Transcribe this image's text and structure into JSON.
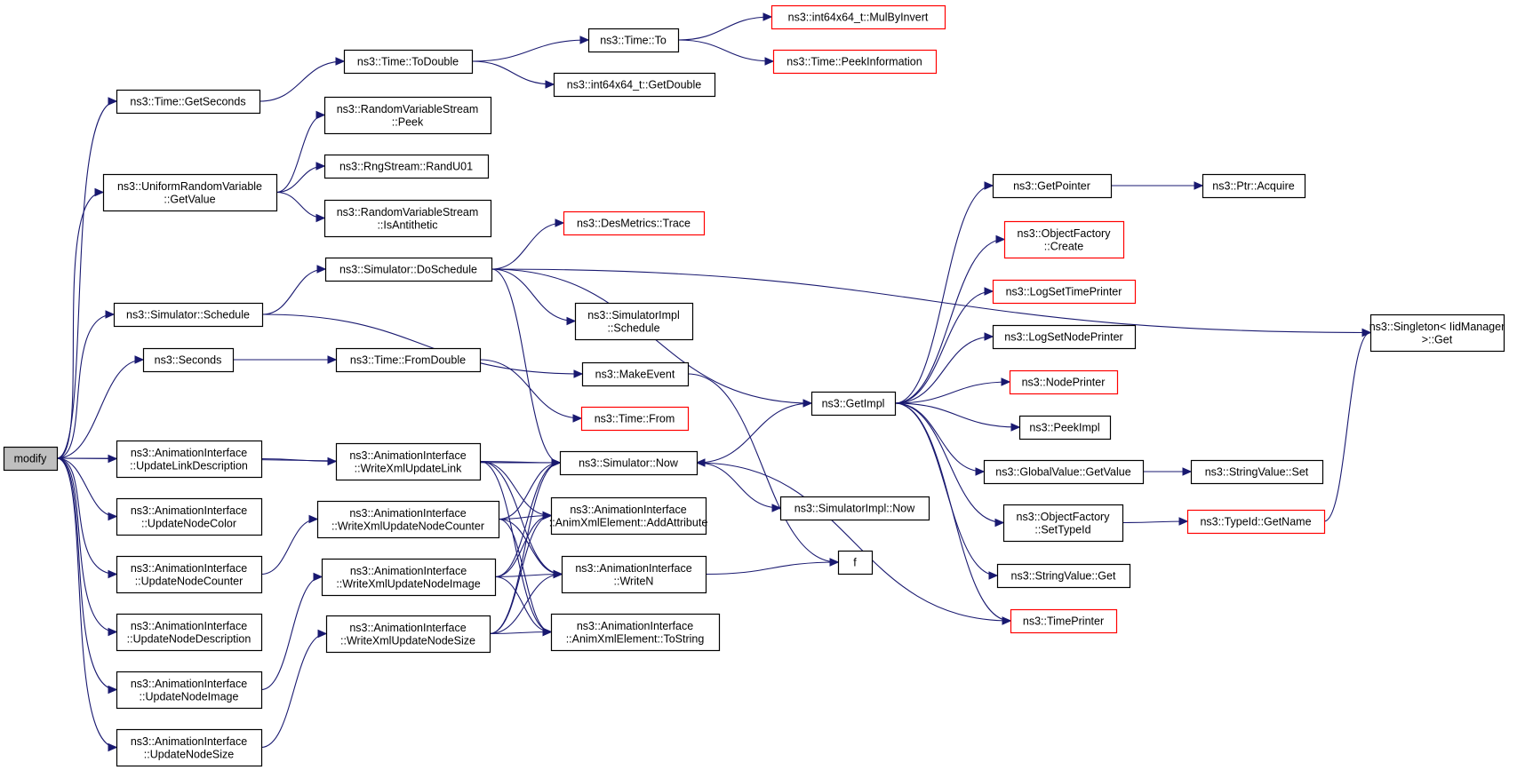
{
  "graph": {
    "root": "modify",
    "nodes": [
      {
        "id": "modify",
        "lines": [
          "modify"
        ],
        "root": true
      },
      {
        "id": "getSeconds",
        "lines": [
          "ns3::Time::GetSeconds"
        ]
      },
      {
        "id": "toDouble",
        "lines": [
          "ns3::Time::ToDouble"
        ]
      },
      {
        "id": "timeTo",
        "lines": [
          "ns3::Time::To"
        ]
      },
      {
        "id": "mulByInvert",
        "lines": [
          "ns3::int64x64_t::MulByInvert"
        ],
        "red": true
      },
      {
        "id": "peekInformation",
        "lines": [
          "ns3::Time::PeekInformation"
        ],
        "red": true
      },
      {
        "id": "getDouble",
        "lines": [
          "ns3::int64x64_t::GetDouble"
        ]
      },
      {
        "id": "rvsPeek",
        "lines": [
          "ns3::RandomVariableStream",
          "::Peek"
        ]
      },
      {
        "id": "uniformGetValue",
        "lines": [
          "ns3::UniformRandomVariable",
          "::GetValue"
        ]
      },
      {
        "id": "randU01",
        "lines": [
          "ns3::RngStream::RandU01"
        ]
      },
      {
        "id": "isAntithetic",
        "lines": [
          "ns3::RandomVariableStream",
          "::IsAntithetic"
        ]
      },
      {
        "id": "desTrace",
        "lines": [
          "ns3::DesMetrics::Trace"
        ],
        "red": true
      },
      {
        "id": "doSchedule",
        "lines": [
          "ns3::Simulator::DoSchedule"
        ]
      },
      {
        "id": "simSchedule",
        "lines": [
          "ns3::Simulator::Schedule"
        ]
      },
      {
        "id": "implSchedule",
        "lines": [
          "ns3::SimulatorImpl",
          "::Schedule"
        ]
      },
      {
        "id": "seconds",
        "lines": [
          "ns3::Seconds"
        ]
      },
      {
        "id": "fromDouble",
        "lines": [
          "ns3::Time::FromDouble"
        ]
      },
      {
        "id": "makeEvent",
        "lines": [
          "ns3::MakeEvent"
        ]
      },
      {
        "id": "timeFrom",
        "lines": [
          "ns3::Time::From"
        ],
        "red": true
      },
      {
        "id": "getPointer",
        "lines": [
          "ns3::GetPointer"
        ]
      },
      {
        "id": "ptrAcquire",
        "lines": [
          "ns3::Ptr::Acquire"
        ]
      },
      {
        "id": "ofCreate",
        "lines": [
          "ns3::ObjectFactory",
          "::Create"
        ],
        "red": true
      },
      {
        "id": "logSetTimePrinter",
        "lines": [
          "ns3::LogSetTimePrinter"
        ],
        "red": true
      },
      {
        "id": "logSetNodePrinter",
        "lines": [
          "ns3::LogSetNodePrinter"
        ]
      },
      {
        "id": "nodePrinter",
        "lines": [
          "ns3::NodePrinter"
        ],
        "red": true
      },
      {
        "id": "peekImpl",
        "lines": [
          "ns3::PeekImpl"
        ]
      },
      {
        "id": "getImpl",
        "lines": [
          "ns3::GetImpl"
        ]
      },
      {
        "id": "singletonGet",
        "lines": [
          "ns3::Singleton< IidManager",
          " >::Get"
        ]
      },
      {
        "id": "simNow",
        "lines": [
          "ns3::Simulator::Now"
        ]
      },
      {
        "id": "implNow",
        "lines": [
          "ns3::SimulatorImpl::Now"
        ]
      },
      {
        "id": "globalGetValue",
        "lines": [
          "ns3::GlobalValue::GetValue"
        ]
      },
      {
        "id": "stringValueSet",
        "lines": [
          "ns3::StringValue::Set"
        ]
      },
      {
        "id": "setTypeId",
        "lines": [
          "ns3::ObjectFactory",
          "::SetTypeId"
        ]
      },
      {
        "id": "typeIdGetName",
        "lines": [
          "ns3::TypeId::GetName"
        ],
        "red": true
      },
      {
        "id": "stringValueGet",
        "lines": [
          "ns3::StringValue::Get"
        ]
      },
      {
        "id": "timePrinter",
        "lines": [
          "ns3::TimePrinter"
        ],
        "red": true
      },
      {
        "id": "fnF",
        "lines": [
          "f"
        ]
      },
      {
        "id": "updateLinkDesc",
        "lines": [
          "ns3::AnimationInterface",
          "::UpdateLinkDescription"
        ]
      },
      {
        "id": "writeXmlUpdateLink",
        "lines": [
          "ns3::AnimationInterface",
          "::WriteXmlUpdateLink"
        ]
      },
      {
        "id": "updateNodeColor",
        "lines": [
          "ns3::AnimationInterface",
          "::UpdateNodeColor"
        ]
      },
      {
        "id": "writeXmlUpdateNodeCounter",
        "lines": [
          "ns3::AnimationInterface",
          "::WriteXmlUpdateNodeCounter"
        ]
      },
      {
        "id": "addAttribute",
        "lines": [
          "ns3::AnimationInterface",
          "::AnimXmlElement::AddAttribute"
        ]
      },
      {
        "id": "updateNodeCounter",
        "lines": [
          "ns3::AnimationInterface",
          "::UpdateNodeCounter"
        ]
      },
      {
        "id": "writeXmlUpdateNodeImage",
        "lines": [
          "ns3::AnimationInterface",
          "::WriteXmlUpdateNodeImage"
        ]
      },
      {
        "id": "writeN",
        "lines": [
          "ns3::AnimationInterface",
          "::WriteN"
        ]
      },
      {
        "id": "updateNodeDesc",
        "lines": [
          "ns3::AnimationInterface",
          "::UpdateNodeDescription"
        ]
      },
      {
        "id": "writeXmlUpdateNodeSize",
        "lines": [
          "ns3::AnimationInterface",
          "::WriteXmlUpdateNodeSize"
        ]
      },
      {
        "id": "toString",
        "lines": [
          "ns3::AnimationInterface",
          "::AnimXmlElement::ToString"
        ]
      },
      {
        "id": "updateNodeImage",
        "lines": [
          "ns3::AnimationInterface",
          "::UpdateNodeImage"
        ]
      },
      {
        "id": "updateNodeSize",
        "lines": [
          "ns3::AnimationInterface",
          "::UpdateNodeSize"
        ]
      }
    ],
    "edges": [
      [
        "modify",
        "getSeconds"
      ],
      [
        "modify",
        "uniformGetValue"
      ],
      [
        "modify",
        "simSchedule"
      ],
      [
        "modify",
        "seconds"
      ],
      [
        "modify",
        "simNow"
      ],
      [
        "modify",
        "updateLinkDesc"
      ],
      [
        "modify",
        "updateNodeColor"
      ],
      [
        "modify",
        "updateNodeCounter"
      ],
      [
        "modify",
        "updateNodeDesc"
      ],
      [
        "modify",
        "updateNodeImage"
      ],
      [
        "modify",
        "updateNodeSize"
      ],
      [
        "getSeconds",
        "toDouble"
      ],
      [
        "toDouble",
        "timeTo"
      ],
      [
        "toDouble",
        "getDouble"
      ],
      [
        "timeTo",
        "mulByInvert"
      ],
      [
        "timeTo",
        "peekInformation"
      ],
      [
        "uniformGetValue",
        "rvsPeek"
      ],
      [
        "uniformGetValue",
        "randU01"
      ],
      [
        "uniformGetValue",
        "isAntithetic"
      ],
      [
        "simSchedule",
        "doSchedule"
      ],
      [
        "simSchedule",
        "makeEvent"
      ],
      [
        "doSchedule",
        "desTrace"
      ],
      [
        "doSchedule",
        "implSchedule"
      ],
      [
        "doSchedule",
        "getImpl"
      ],
      [
        "doSchedule",
        "simNow"
      ],
      [
        "doSchedule",
        "singletonGet"
      ],
      [
        "seconds",
        "fromDouble"
      ],
      [
        "fromDouble",
        "timeFrom"
      ],
      [
        "makeEvent",
        "fnF"
      ],
      [
        "getImpl",
        "getPointer"
      ],
      [
        "getImpl",
        "ofCreate"
      ],
      [
        "getImpl",
        "logSetTimePrinter"
      ],
      [
        "getImpl",
        "logSetNodePrinter"
      ],
      [
        "getImpl",
        "nodePrinter"
      ],
      [
        "getImpl",
        "peekImpl"
      ],
      [
        "getImpl",
        "globalGetValue"
      ],
      [
        "getImpl",
        "setTypeId"
      ],
      [
        "getImpl",
        "stringValueGet"
      ],
      [
        "getImpl",
        "timePrinter"
      ],
      [
        "getImpl",
        "simNow"
      ],
      [
        "getPointer",
        "ptrAcquire"
      ],
      [
        "globalGetValue",
        "stringValueSet"
      ],
      [
        "setTypeId",
        "typeIdGetName"
      ],
      [
        "typeIdGetName",
        "singletonGet"
      ],
      [
        "simNow",
        "implNow"
      ],
      [
        "simNow",
        "timePrinter"
      ],
      [
        "updateLinkDesc",
        "writeXmlUpdateLink"
      ],
      [
        "writeXmlUpdateLink",
        "simNow"
      ],
      [
        "writeXmlUpdateLink",
        "addAttribute"
      ],
      [
        "writeXmlUpdateLink",
        "writeN"
      ],
      [
        "writeXmlUpdateLink",
        "toString"
      ],
      [
        "updateNodeCounter",
        "writeXmlUpdateNodeCounter"
      ],
      [
        "writeXmlUpdateNodeCounter",
        "simNow"
      ],
      [
        "writeXmlUpdateNodeCounter",
        "addAttribute"
      ],
      [
        "writeXmlUpdateNodeCounter",
        "writeN"
      ],
      [
        "writeXmlUpdateNodeCounter",
        "toString"
      ],
      [
        "updateNodeImage",
        "writeXmlUpdateNodeImage"
      ],
      [
        "writeXmlUpdateNodeImage",
        "simNow"
      ],
      [
        "writeXmlUpdateNodeImage",
        "addAttribute"
      ],
      [
        "writeXmlUpdateNodeImage",
        "writeN"
      ],
      [
        "writeXmlUpdateNodeImage",
        "toString"
      ],
      [
        "updateNodeSize",
        "writeXmlUpdateNodeSize"
      ],
      [
        "writeXmlUpdateNodeSize",
        "simNow"
      ],
      [
        "writeXmlUpdateNodeSize",
        "addAttribute"
      ],
      [
        "writeXmlUpdateNodeSize",
        "writeN"
      ],
      [
        "writeXmlUpdateNodeSize",
        "toString"
      ],
      [
        "writeN",
        "fnF"
      ]
    ]
  }
}
